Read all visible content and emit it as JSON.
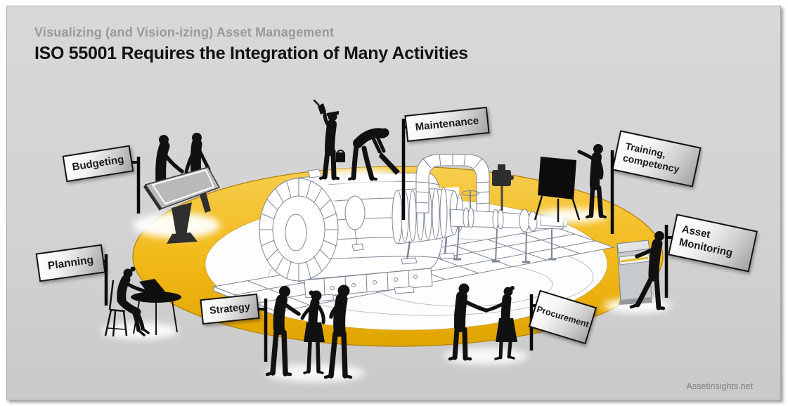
{
  "header": {
    "subtitle": "Visualizing (and Vision-izing) Asset Management",
    "title": "ISO 55001 Requires the Integration of Many Activities"
  },
  "signs": {
    "budgeting": {
      "label": "Budgeting"
    },
    "planning": {
      "label": "Planning"
    },
    "strategy": {
      "label": "Strategy"
    },
    "maintenance": {
      "label": "Maintenance"
    },
    "training": {
      "line1": "Training,",
      "line2": "competency"
    },
    "asset_monitoring": {
      "line1": "Asset",
      "line2": "Monitoring"
    },
    "procurement": {
      "label": "Procurement"
    }
  },
  "footer": {
    "credit": "Assetinsights.net"
  },
  "colors": {
    "gold": "#F2BA1A",
    "gold_light": "#F7CE4F",
    "gold_dark": "#E0A400",
    "background": "#D3D3D3",
    "silhouette": "#111111",
    "wireframe": "#7D8696"
  }
}
